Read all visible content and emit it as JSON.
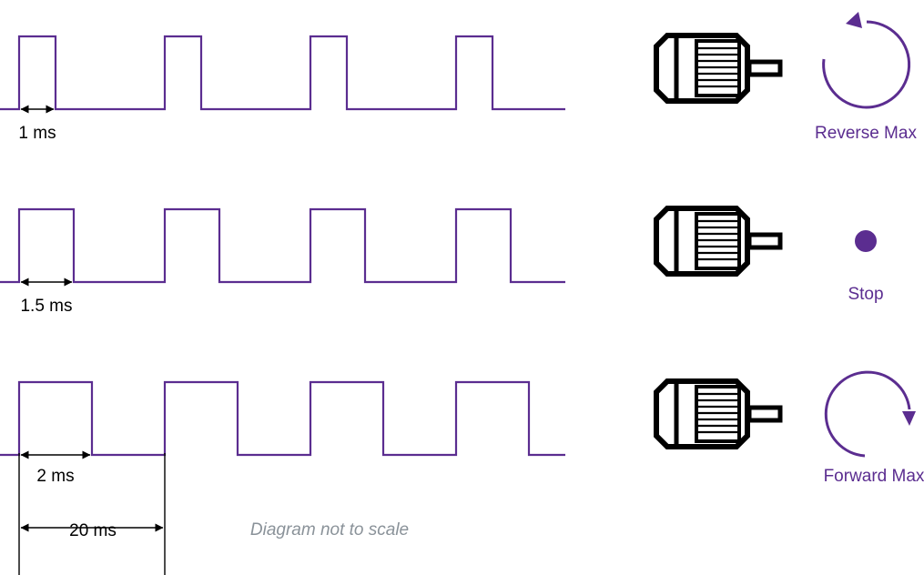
{
  "colors": {
    "signal": "#5b2d90",
    "accent": "#5b2d90",
    "motor": "#000000",
    "note": "#8a9299"
  },
  "rows": [
    {
      "pulse_width_ms": 1,
      "pulse_label": "1 ms",
      "state_label": "Reverse Max",
      "indicator": "counterclockwise-arrow-icon"
    },
    {
      "pulse_width_ms": 1.5,
      "pulse_label": "1.5 ms",
      "state_label": "Stop",
      "indicator": "stop-dot-icon"
    },
    {
      "pulse_width_ms": 2,
      "pulse_label": "2 ms",
      "state_label": "Forward Max",
      "indicator": "clockwise-arrow-icon"
    }
  ],
  "period_ms": 20,
  "period_label": "20 ms",
  "note": "Diagram not to scale",
  "motor_icon": "motor-icon"
}
